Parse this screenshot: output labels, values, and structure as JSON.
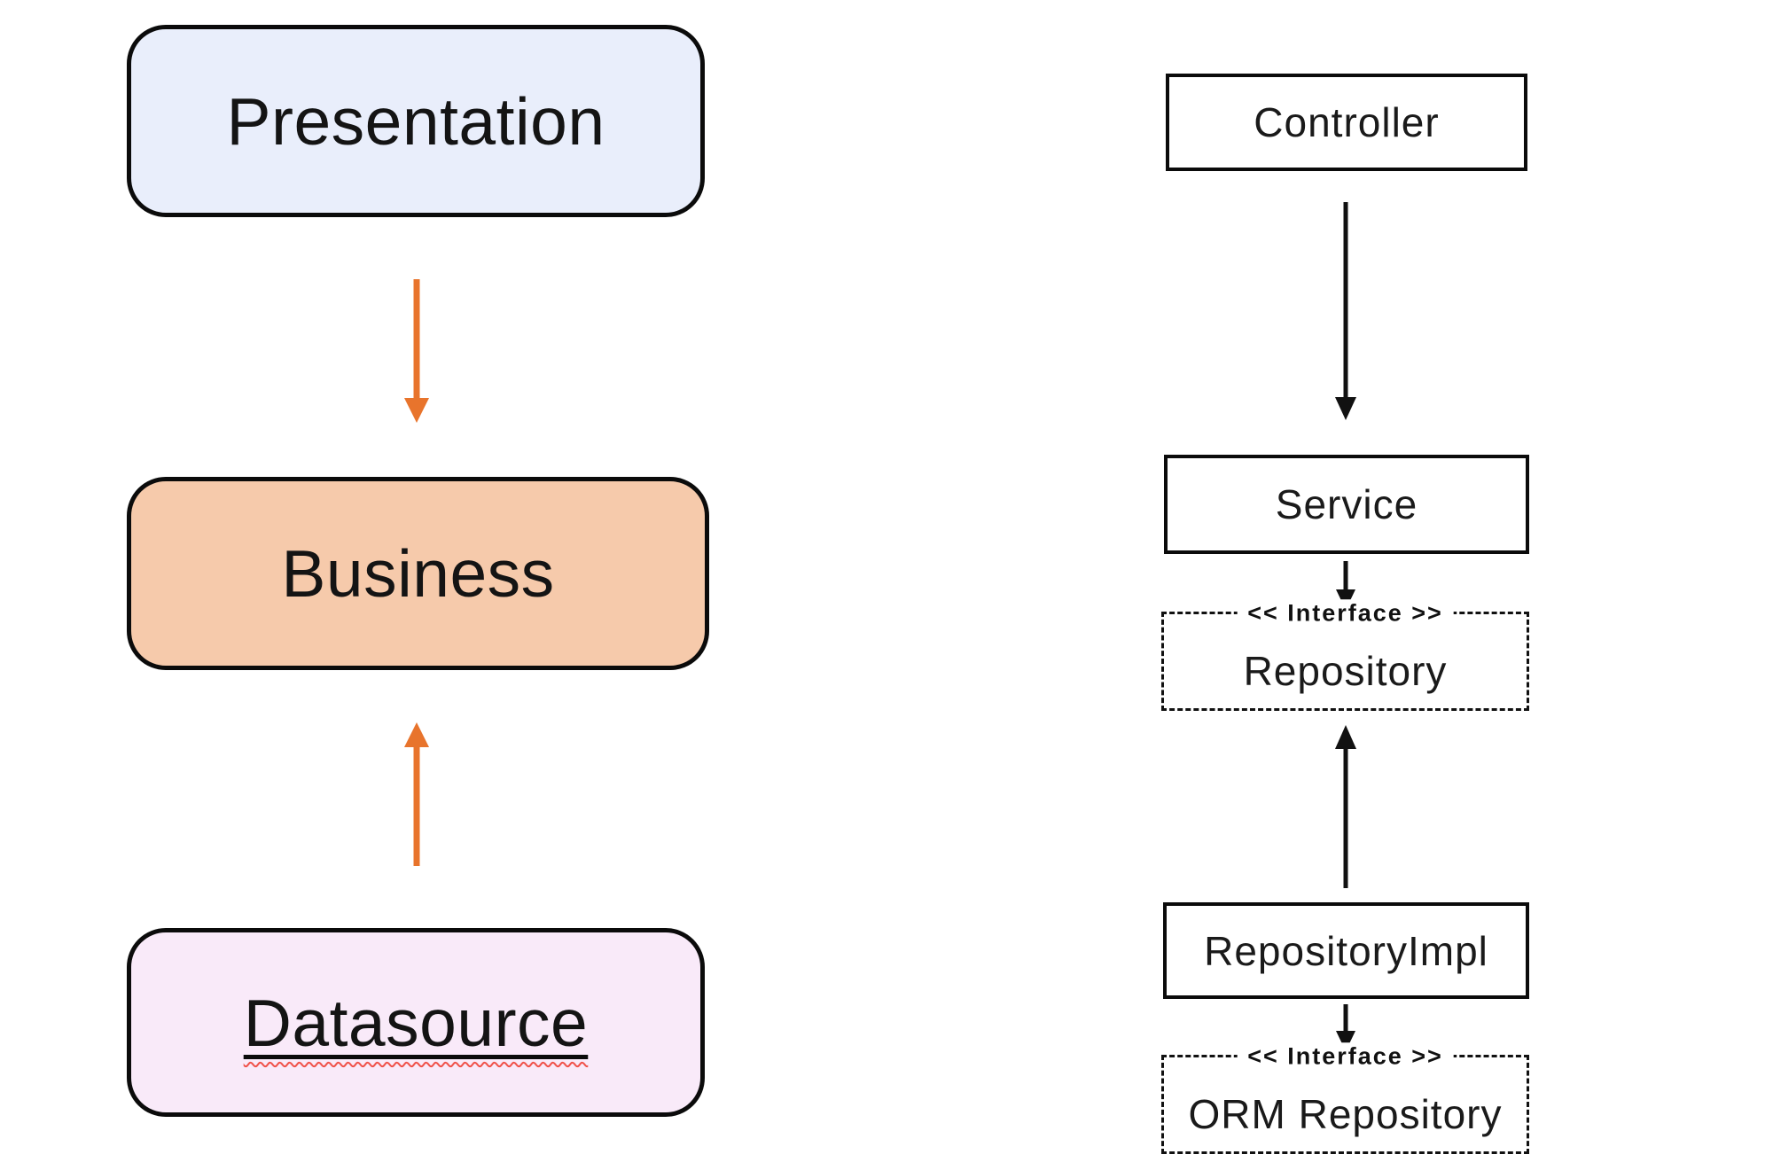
{
  "diagram": {
    "left_layers": {
      "presentation": {
        "label": "Presentation"
      },
      "business": {
        "label": "Business"
      },
      "datasource": {
        "label": "Datasource"
      }
    },
    "right_components": {
      "controller": {
        "label": "Controller"
      },
      "service": {
        "label": "Service"
      },
      "repository": {
        "stereotype": "<< Interface >>",
        "label": "Repository"
      },
      "repository_impl": {
        "label": "RepositoryImpl"
      },
      "orm_repository": {
        "stereotype": "<< Interface >>",
        "label": "ORM Repository"
      }
    }
  },
  "colors": {
    "presentation_fill": "#E9EEFB",
    "business_fill": "#F6CAAB",
    "datasource_fill": "#F9EAF9",
    "arrow_orange": "#E8742C",
    "arrow_black": "#111111"
  }
}
